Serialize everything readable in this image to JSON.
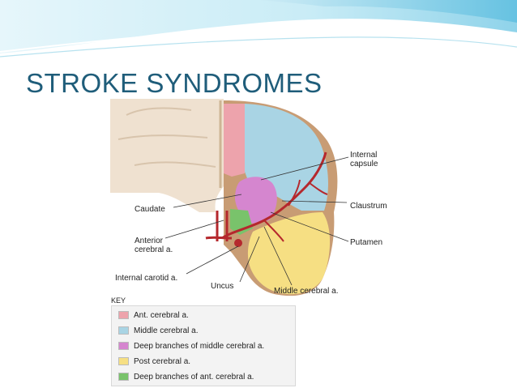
{
  "slide": {
    "title": "STROKE SYNDROMES"
  },
  "diagram": {
    "labels": {
      "internal_capsule": "Internal\ncapsule",
      "caudate": "Caudate",
      "claustrum": "Claustrum",
      "anterior_cerebral": "Anterior\ncerebral a.",
      "putamen": "Putamen",
      "internal_carotid": "Internal carotid a.",
      "uncus": "Uncus",
      "middle_cerebral": "Middle cerebral a."
    },
    "key": {
      "heading": "KEY",
      "items": [
        {
          "label": "Ant. cerebral a.",
          "color": "#eda3ac"
        },
        {
          "label": "Middle cerebral a.",
          "color": "#a9d4e4"
        },
        {
          "label": "Deep branches of middle cerebral a.",
          "color": "#d586cf"
        },
        {
          "label": "Post cerebral a.",
          "color": "#f6df83"
        },
        {
          "label": "Deep branches of ant. cerebral a.",
          "color": "#79c36b"
        }
      ]
    }
  }
}
